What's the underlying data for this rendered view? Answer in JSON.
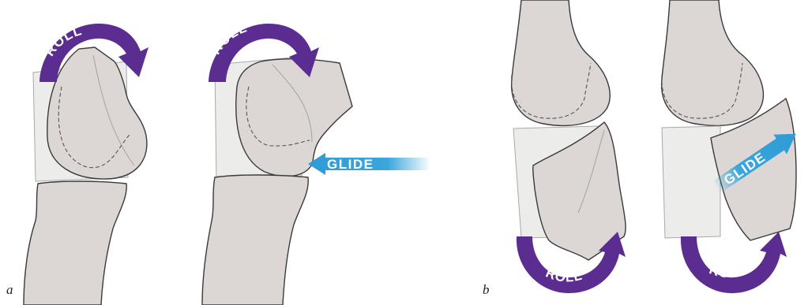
{
  "panels": [
    {
      "letter": "a"
    },
    {
      "letter": "b"
    }
  ],
  "labels": {
    "roll": "ROLL",
    "glide": "GLIDE"
  },
  "colors": {
    "roll_arrow": "#5c2d91",
    "glide_arrow": "#3aa6dc",
    "bone_fill": "#dcd7d4",
    "bone_ghost": "#ececeb",
    "outline": "#3a3a3a"
  }
}
